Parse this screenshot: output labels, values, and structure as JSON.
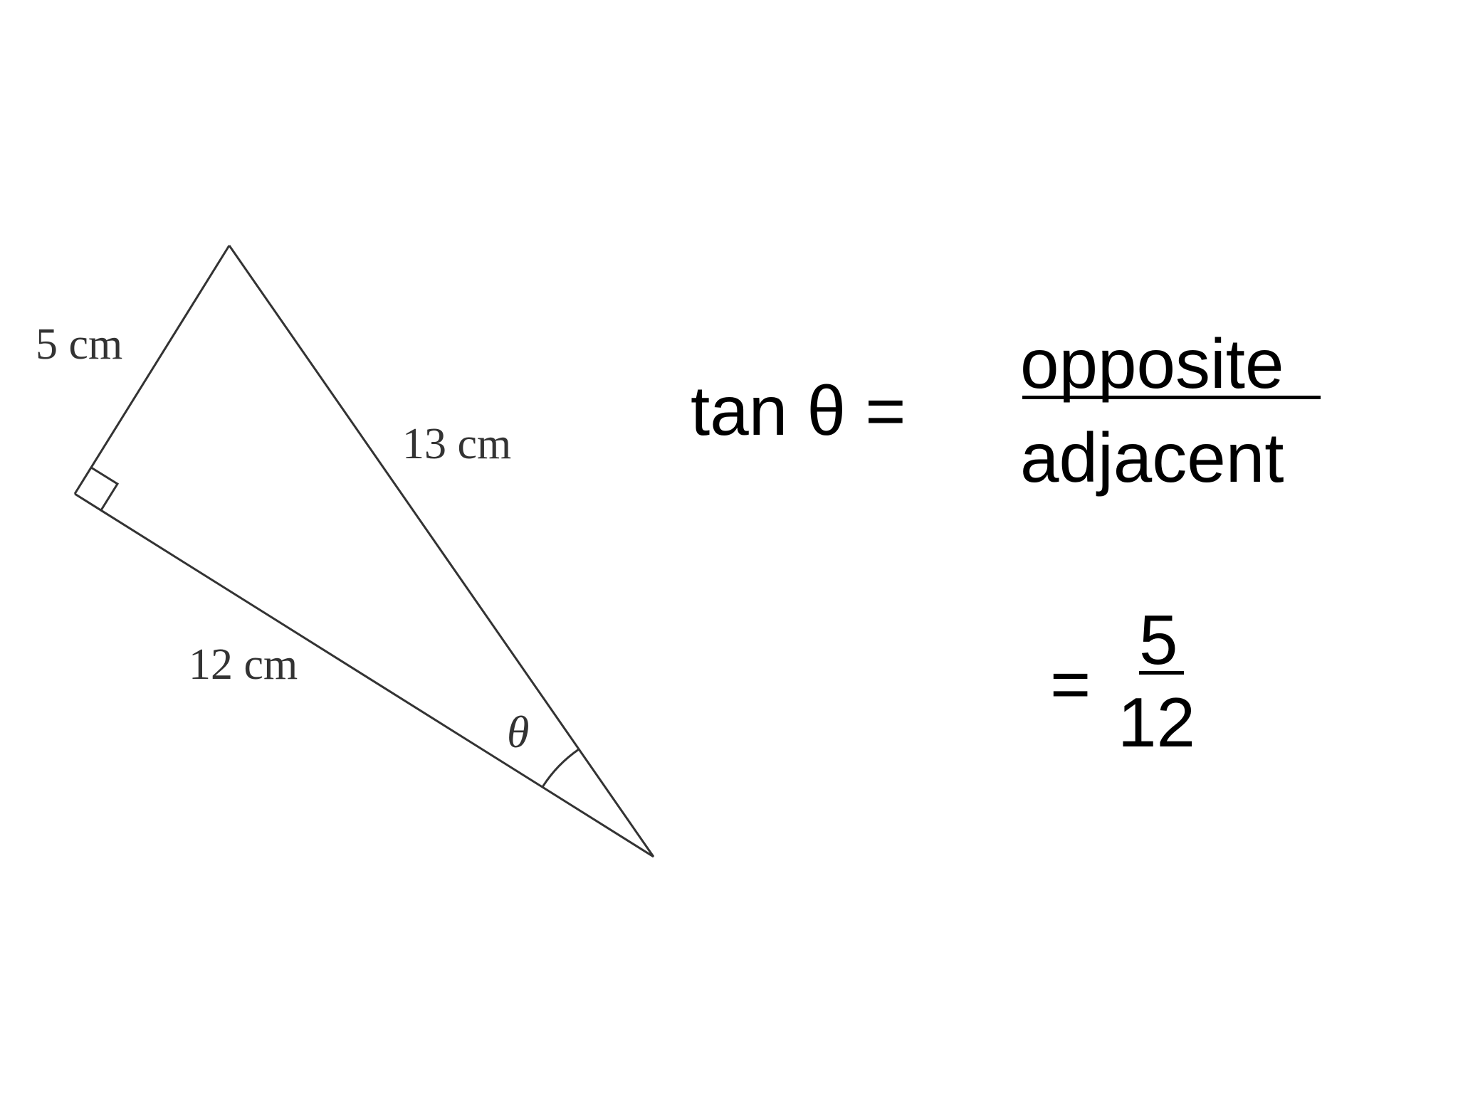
{
  "diagram": {
    "side_labels": {
      "short_leg": "5 cm",
      "hypotenuse": "13 cm",
      "long_leg": "12 cm"
    },
    "angle_label": "θ",
    "line_color": "#333333"
  },
  "formula": {
    "lhs": "tan θ =",
    "numerator": "opposite",
    "denominator": "adjacent"
  },
  "result": {
    "equals": "=",
    "numerator": "5",
    "denominator": "12"
  }
}
